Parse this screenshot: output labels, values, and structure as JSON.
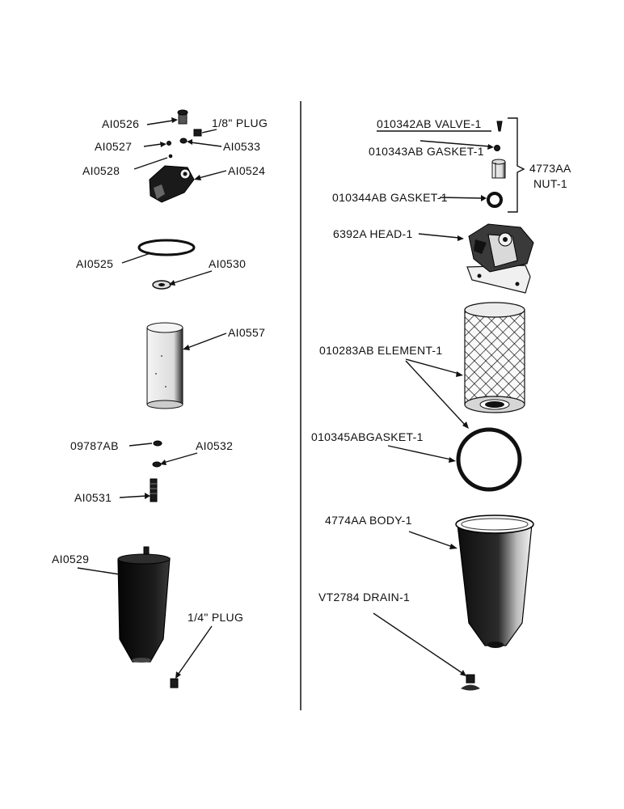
{
  "left_labels": {
    "a10526": "AI0526",
    "plug_1_8": "1/8\" PLUG",
    "a10527": "AI0527",
    "a10533": "AI0533",
    "a10528": "AI0528",
    "a10524": "AI0524",
    "a10525": "AI0525",
    "a10530": "AI0530",
    "a10557": "AI0557",
    "p09787ab": "09787AB",
    "a10532": "AI0532",
    "a10531": "AI0531",
    "a10529": "AI0529",
    "plug_1_4": "1/4\" PLUG"
  },
  "right_labels": {
    "valve": "010342AB VALVE-1",
    "gasket1": "010343AB GASKET-1",
    "nut_code": "4773AA",
    "nut_name": "NUT-1",
    "gasket2": "010344AB GASKET-1",
    "head": "6392A HEAD-1",
    "element": "010283AB ELEMENT-1",
    "gasket3": "010345ABGASKET-1",
    "body": "4774AA BODY-1",
    "drain": "VT2784 DRAIN-1"
  }
}
